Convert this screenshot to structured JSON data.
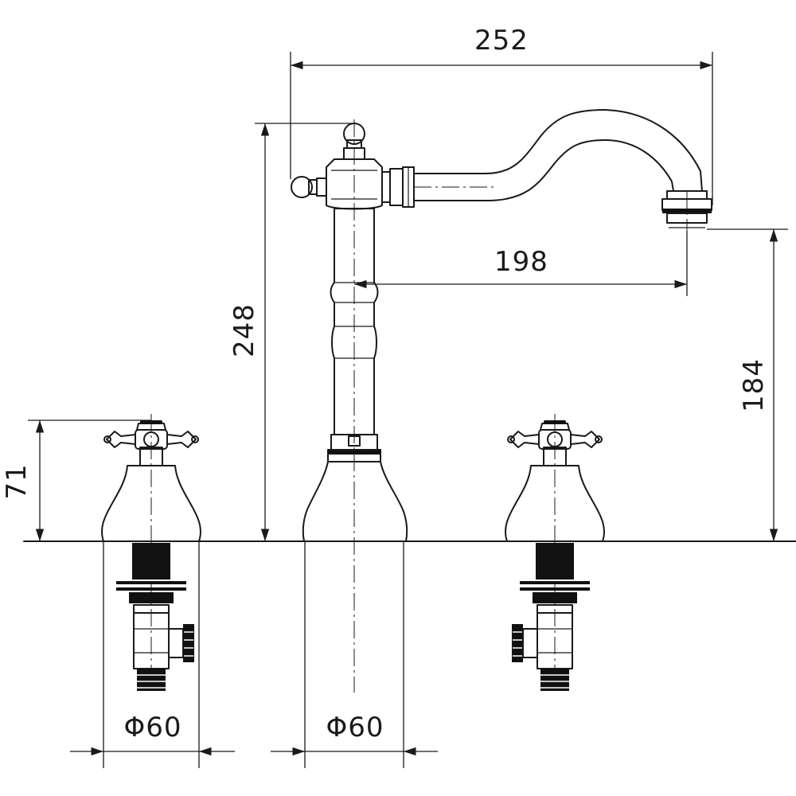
{
  "dimensions": {
    "overall_width": "252",
    "spout_reach": "198",
    "overall_height": "248",
    "spout_height": "184",
    "handle_height": "71",
    "left_base_diameter": "Φ60",
    "center_base_diameter": "Φ60"
  }
}
